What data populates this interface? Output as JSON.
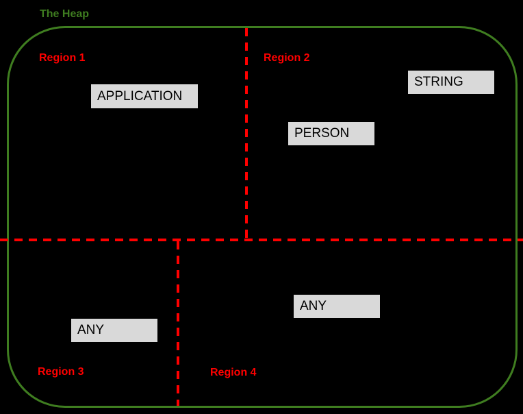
{
  "heap": {
    "title": "The Heap"
  },
  "regions": {
    "r1": {
      "label": "Region 1"
    },
    "r2": {
      "label": "Region 2"
    },
    "r3": {
      "label": "Region 3"
    },
    "r4": {
      "label": "Region 4"
    }
  },
  "nodes": {
    "application": {
      "label": "APPLICATION",
      "region": "Region 1"
    },
    "string": {
      "label": "STRING",
      "region": "Region 2"
    },
    "person": {
      "label": "PERSON",
      "region": "Region 2"
    },
    "any_region3": {
      "label": "ANY",
      "region": "Region 3"
    },
    "any_region4": {
      "label": "ANY",
      "region": "Region 4"
    }
  },
  "colors": {
    "background": "#000000",
    "heap_border": "#3f7d20",
    "heap_title": "#3f7d20",
    "divider": "#ff0000",
    "region_label": "#ff0000",
    "node_fill": "#d9d9d9",
    "node_border": "#000000",
    "node_text": "#000000"
  }
}
